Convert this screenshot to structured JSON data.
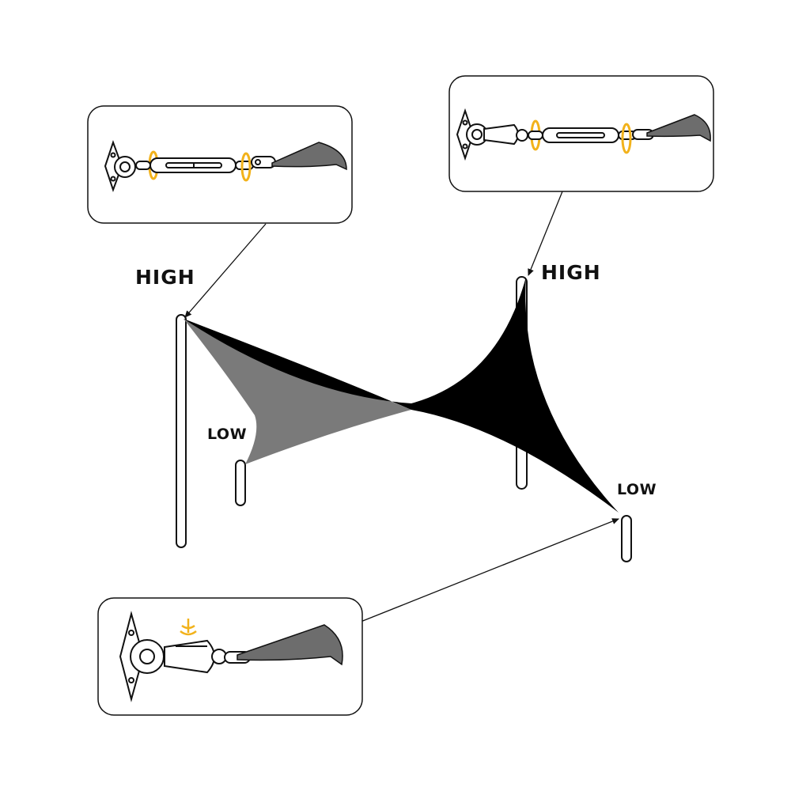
{
  "labels": {
    "high_left": "HIGH",
    "high_right": "HIGH",
    "low_left": "LOW",
    "low_right": "LOW"
  },
  "colors": {
    "sail_front": "#000000",
    "sail_back": "#7a7a7a",
    "outline": "#111111",
    "accent": "#f2b21b",
    "background": "#ffffff"
  },
  "callouts": [
    {
      "name": "callout-turnbuckle-high-left",
      "hardware": [
        "pad-eye-icon",
        "turnbuckle-icon",
        "rotate-arrow-icon",
        "snap-hook-icon",
        "sail-corner-icon"
      ]
    },
    {
      "name": "callout-turnbuckle-high-right",
      "hardware": [
        "pad-eye-icon",
        "snap-hook-icon",
        "turnbuckle-icon",
        "rotate-arrow-icon",
        "sail-corner-icon"
      ]
    },
    {
      "name": "callout-snap-hook-low",
      "hardware": [
        "pad-eye-icon",
        "snap-hook-icon",
        "click-indicator-icon",
        "sail-corner-icon"
      ]
    }
  ]
}
